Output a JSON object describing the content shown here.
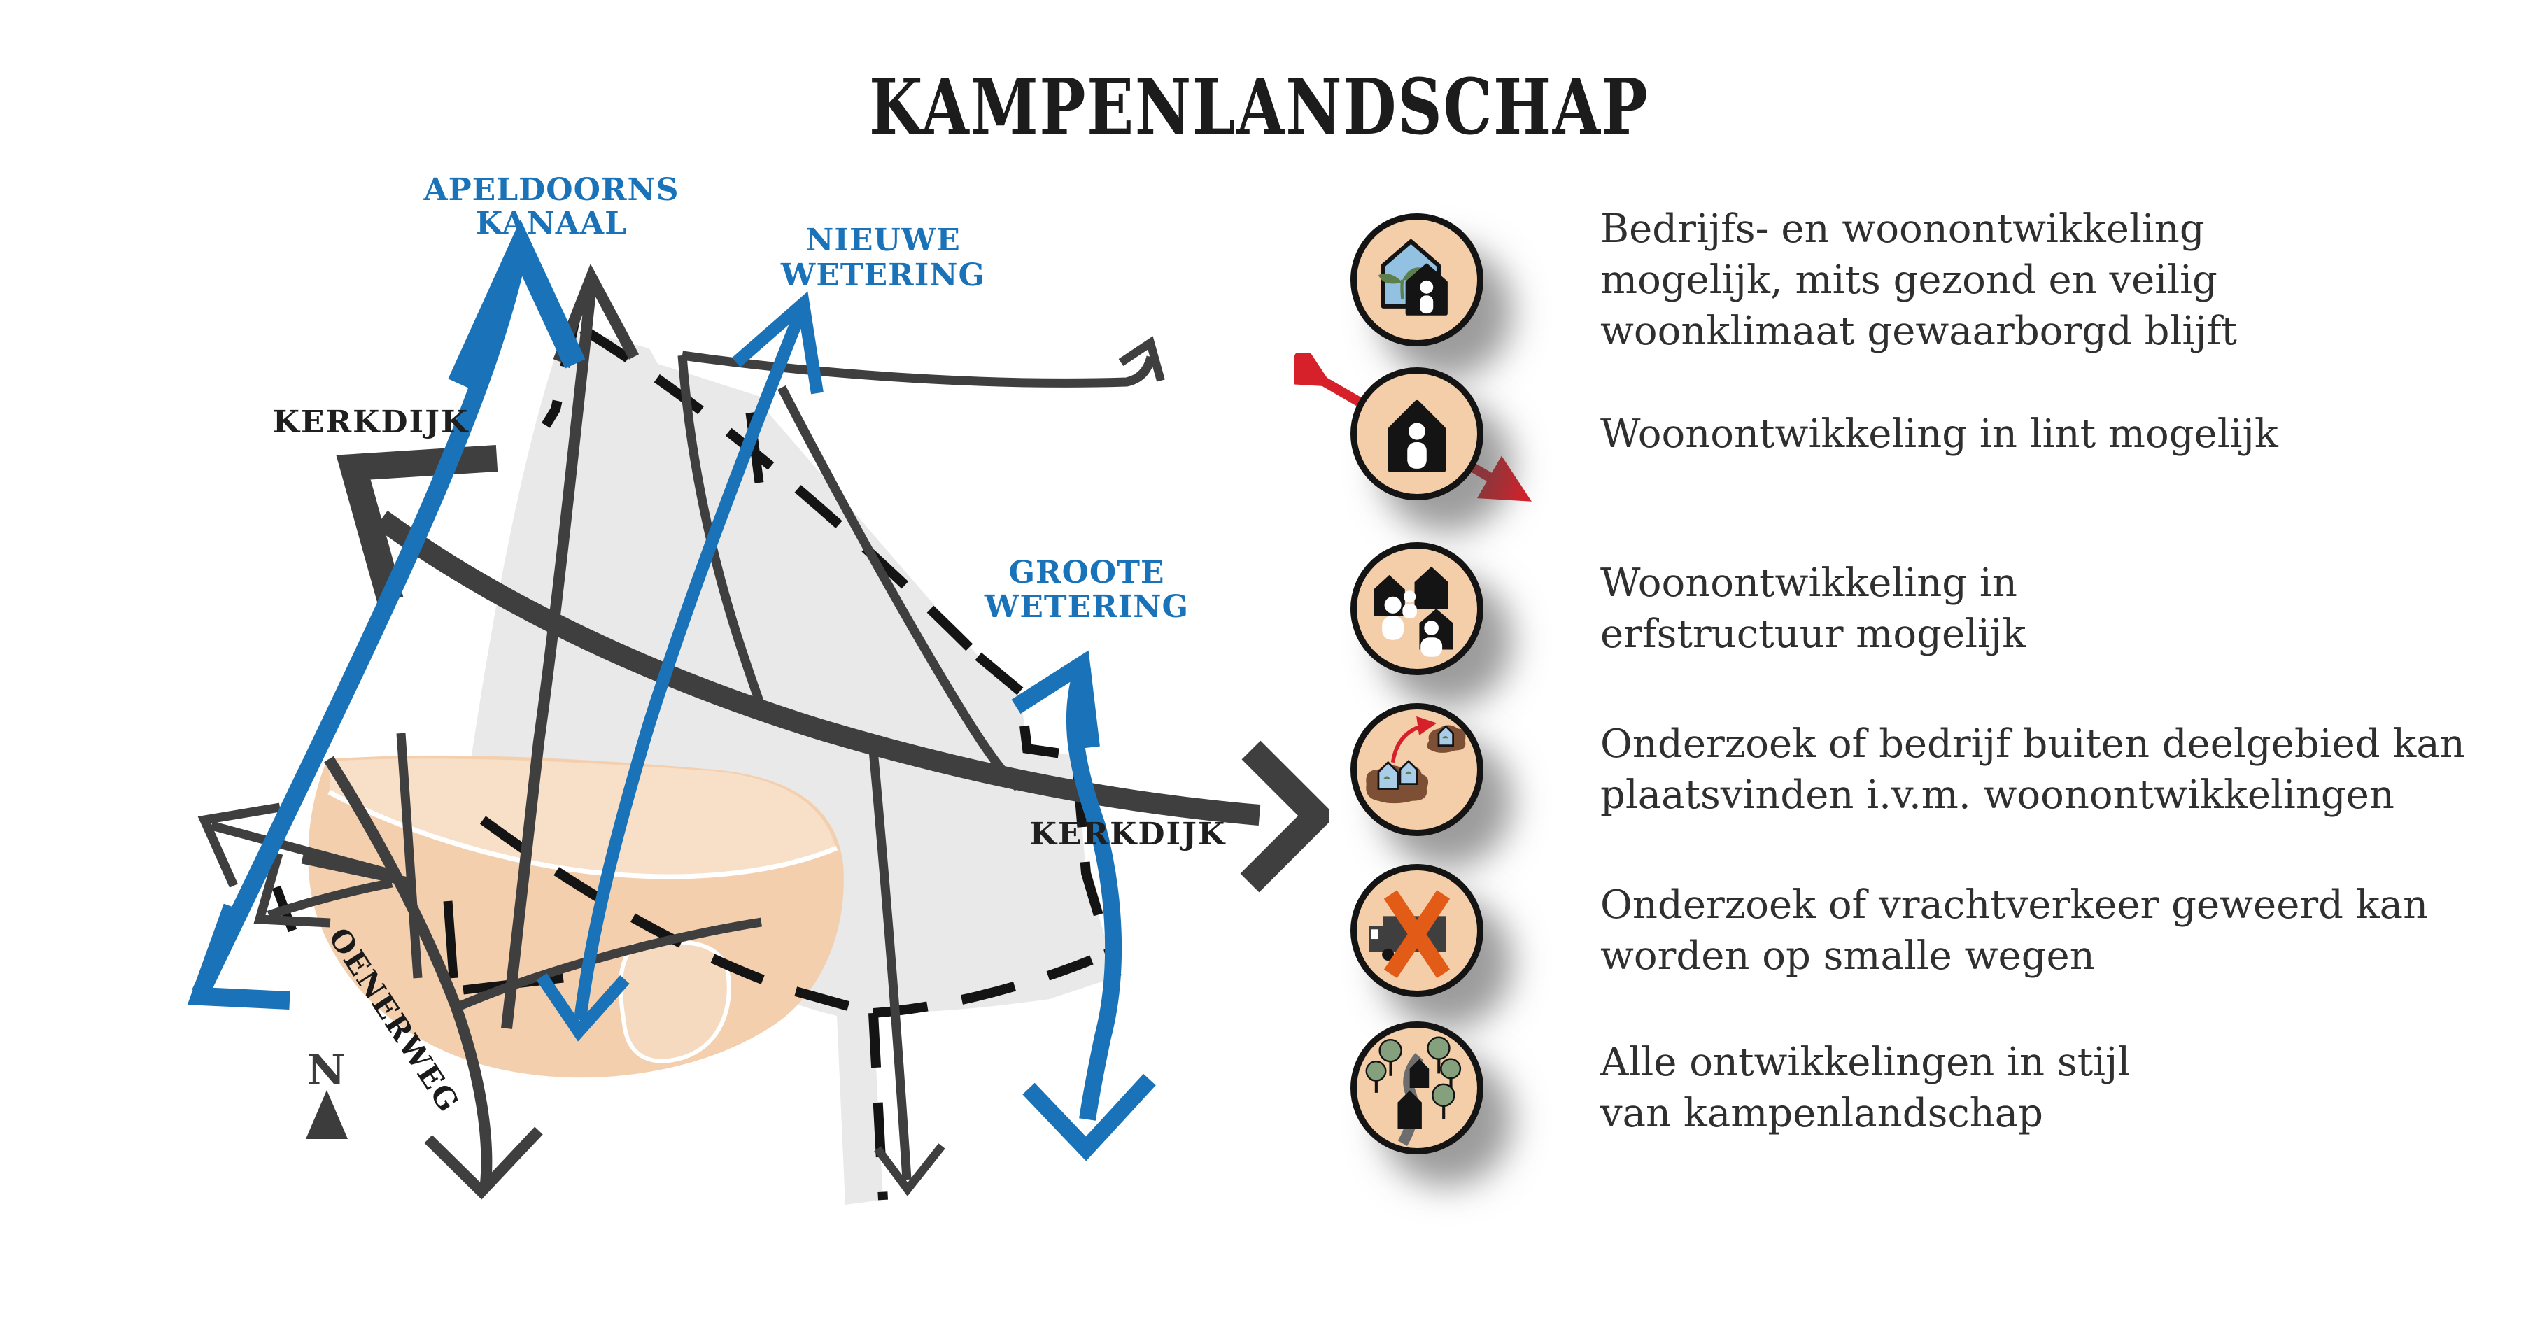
{
  "title": "KAMPENLANDSCHAP",
  "map": {
    "labels": {
      "apeldoorns_1": "APELDOORNS",
      "apeldoorns_2": "KANAAL",
      "nieuwe_1": "NIEUWE",
      "nieuwe_2": "WETERING",
      "groote_1": "GROOTE",
      "groote_2": "WETERING",
      "kerkdijk_left": "KERKDIJK",
      "kerkdijk_right": "KERKDIJK",
      "oenerweg": "OENERWEG",
      "north": "N"
    },
    "colors": {
      "water": "#1a73b8",
      "road": "#3f3f3f",
      "village_area": "#e9e9e9",
      "kampen_area": "#f3cfae",
      "kampen_area_light": "#f8dfc7",
      "boundary_dash": "#141414",
      "red_arrow": "#d6212b",
      "orange_x": "#e25b17",
      "icon_circle": "#f4cda9"
    }
  },
  "legend": {
    "items": [
      {
        "icon": "eco-house-icon",
        "lines": [
          "Bedrijfs- en woonontwikkeling",
          "mogelijk, mits gezond en veilig",
          "woonklimaat gewaarborgd blijft"
        ]
      },
      {
        "icon": "lint-house-icon",
        "lines": [
          "Woonontwikkeling in lint mogelijk"
        ]
      },
      {
        "icon": "erf-houses-icon",
        "lines": [
          "Woonontwikkeling in",
          "erfstructuur mogelijk"
        ]
      },
      {
        "icon": "bedrijf-verplaatsing-icon",
        "lines": [
          "Onderzoek of bedrijf buiten deelgebied kan",
          "plaatsvinden i.v.m. woonontwikkelingen"
        ]
      },
      {
        "icon": "vrachtverkeer-x-icon",
        "lines": [
          "Onderzoek of vrachtverkeer geweerd kan",
          "worden op smalle wegen"
        ]
      },
      {
        "icon": "kampen-stijl-icon",
        "lines": [
          "Alle ontwikkelingen in stijl",
          "van kampenlandschap"
        ]
      }
    ]
  }
}
